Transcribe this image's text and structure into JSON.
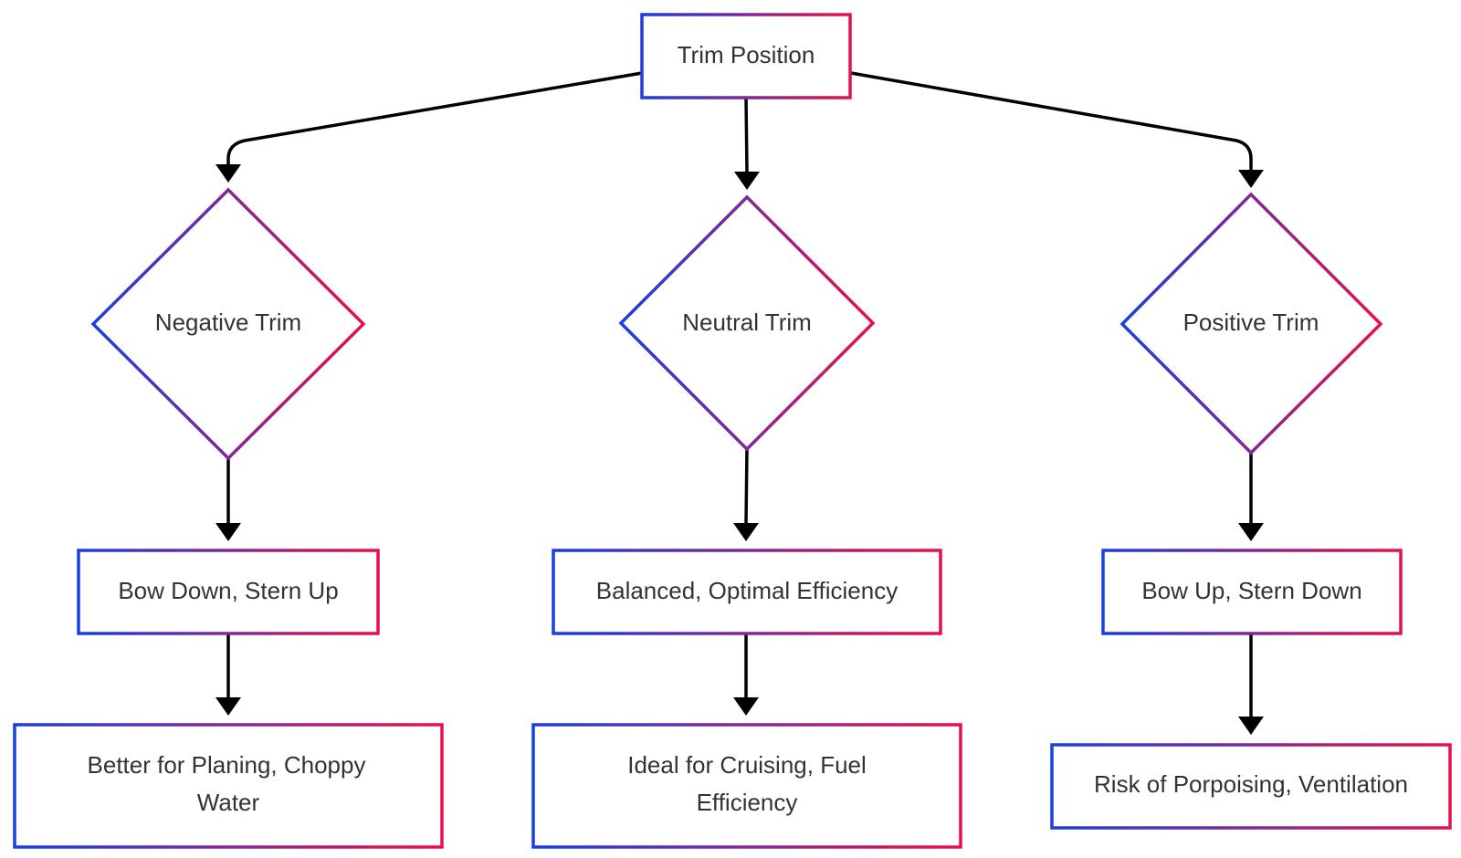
{
  "diagram": {
    "root": {
      "label": "Trim Position"
    },
    "decisions": {
      "negative": {
        "label": "Negative Trim"
      },
      "neutral": {
        "label": "Neutral Trim"
      },
      "positive": {
        "label": "Positive Trim"
      }
    },
    "outcomes": {
      "negative": {
        "label": "Bow Down, Stern Up"
      },
      "neutral": {
        "label": "Balanced, Optimal Efficiency"
      },
      "positive": {
        "label": "Bow Up, Stern Down"
      }
    },
    "effects": {
      "negative": {
        "line1": "Better for Planing, Choppy",
        "line2": "Water"
      },
      "neutral": {
        "line1": "Ideal for Cruising, Fuel",
        "line2": "Efficiency"
      },
      "positive": {
        "line1": "Risk of Porpoising, Ventilation"
      }
    }
  },
  "colors": {
    "gradient_start": "#1a3fe0",
    "gradient_end": "#e8104a",
    "edge": "#000000",
    "text": "#333333"
  }
}
